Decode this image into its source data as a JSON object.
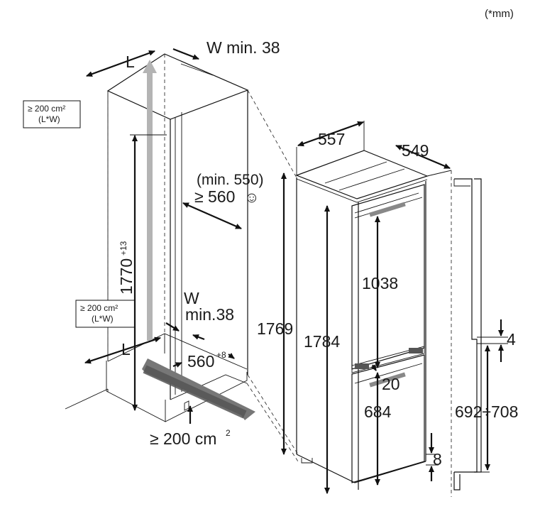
{
  "units_note": "(*mm)",
  "niche": {
    "vent_label_top": "≥ 200 cm²",
    "vent_label_top_sub": "(L*W)",
    "vent_label_mid": "≥ 200 cm²",
    "vent_label_mid_sub": "(L*W)",
    "length_top": "L",
    "width_top": "W min. 38",
    "height": "1770",
    "height_tol": "+13",
    "depth_line1": "(min. 550)",
    "depth_line2": "≥ 560",
    "depth_symbol": "☺",
    "width_mid_w": "W",
    "width_mid_min": "min.38",
    "length_bottom": "L",
    "niche_width": "560",
    "niche_width_tol": "+8",
    "vent_bottom": "≥ 200 cm",
    "vent_bottom_sup": "2"
  },
  "appliance": {
    "width": "557",
    "depth": "549",
    "height_total": "1769",
    "height_body": "1784",
    "fridge_height": "1038",
    "freezer_height": "684",
    "gap": "20"
  },
  "door": {
    "gap_top": "4",
    "mount_range": "692÷708",
    "gap_bottom": "8"
  }
}
